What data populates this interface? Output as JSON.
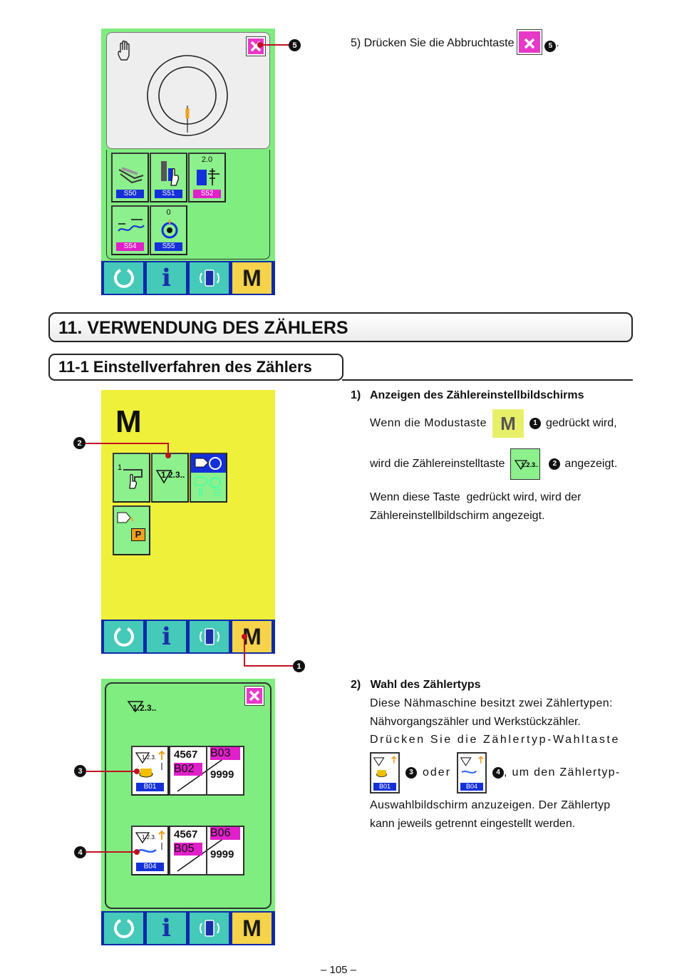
{
  "screen1": {
    "buttons": [
      {
        "code": "S50",
        "color": "blue"
      },
      {
        "code": "S51",
        "color": "blue"
      },
      {
        "code": "S52",
        "color": "pink",
        "value": "2.0"
      },
      {
        "code": "S54",
        "color": "pink"
      },
      {
        "code": "S55",
        "color": "blue",
        "value": "0"
      }
    ],
    "callout": "5"
  },
  "step5": {
    "text_before": "5)  Drücken Sie die Abbruchtaste",
    "callout": "5",
    "text_after": "."
  },
  "section_title": "11. VERWENDUNG DES ZÄHLERS",
  "subsection_title": "11-1 Einstellverfahren des Zählers",
  "screen2": {
    "mode_letter": "M",
    "counter_glyph": "1.2.3..",
    "p_label": "P",
    "callout_2": "2",
    "callout_1": "1"
  },
  "step1": {
    "heading": "1)   Anzeigen des Zählereinstellbildschirms",
    "line1_a": "Wenn die Modustaste",
    "line1_btn": "M",
    "line1_num": "1",
    "line1_b": "gedrückt wird,",
    "line2_a": "wird die Zählereinstelltaste",
    "line2_num": "2",
    "line2_b": "angezeigt.",
    "line3": "Wenn diese Taste  gedrückt wird, wird der",
    "line4": "Zählereinstellbildschirm angezeigt."
  },
  "screen3": {
    "title_glyph": "1.2.3..",
    "rows": [
      {
        "type_code": "B01",
        "top_value": "4567",
        "top_code": "B02",
        "bottom_value": "9999",
        "bottom_code": "B03",
        "callout": "3"
      },
      {
        "type_code": "B04",
        "top_value": "4567",
        "top_code": "B05",
        "bottom_value": "9999",
        "bottom_code": "B06",
        "callout": "4"
      }
    ]
  },
  "step2": {
    "heading": "2)   Wahl des Zählertyps",
    "line1": "Diese Nähmaschine besitzt zwei Zählertypen:",
    "line2": "Nähvorgangszähler und Werkstückzähler.",
    "line3": "Drücken Sie die Zählertyp-Wahltaste",
    "btn_a": "B01",
    "num_a": "3",
    "word_oder": "oder",
    "btn_b": "B04",
    "num_b": "4",
    "line4_tail": ", um den Zählertyp-",
    "line5": "Auswahlbildschirm anzuzeigen. Der Zählertyp",
    "line6": "kann jeweils getrennt eingestellt werden."
  },
  "page_number": "– 105 –",
  "colors": {
    "green": "#7fed7f",
    "yellow": "#eef03a",
    "blue": "#1430d8",
    "pink": "#e020c8",
    "taskbar": "#0e2aa8"
  }
}
